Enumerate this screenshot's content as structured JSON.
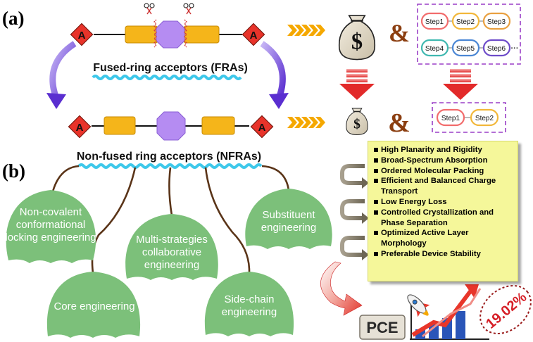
{
  "panel_a": {
    "label": "(a)",
    "fra_caption": "Fused-ring acceptors (FRAs)",
    "nfra_caption": "Non-fused ring acceptors (NFRAs)",
    "end_group_letter": "A",
    "ampersand": "&",
    "cost_symbol": "$",
    "steps_fra": [
      "Step1",
      "Step2",
      "Step3",
      "Step4",
      "Step5",
      "Step6"
    ],
    "steps_fra_more": "···",
    "steps_nfra": [
      "Step1",
      "Step2"
    ]
  },
  "panel_b": {
    "label": "(b)",
    "strategies": {
      "non_covalent": [
        "Non-covalent",
        "conformational",
        "locking engineering"
      ],
      "core": [
        "Core engineering"
      ],
      "multi": [
        "Multi-strategies",
        "collaborative",
        "engineering"
      ],
      "side_chain": [
        "Side-chain",
        "engineering"
      ],
      "substituent": [
        "Substituent",
        "engineering"
      ]
    },
    "properties": [
      "High Planarity and Rigidity",
      "Broad-Spectrum Absorption",
      "Ordered Molecular Packing",
      "Efficient and Balanced Charge Transport",
      "Low Energy Loss",
      "Controlled Crystallization and Phase Separation",
      "Optimized Active Layer Morphology",
      "Preferable Device Stability"
    ],
    "pce_label": "PCE",
    "pce_value": "19.02%"
  },
  "colors": {
    "diamond_red": "#e8332a",
    "rect_orange": "#f5b51a",
    "octagon_purple": "#b58cf2",
    "chevron_orange": "#f5a800",
    "purple_arrow": "#6a3ad6",
    "wave_cyan": "#3ec8ea",
    "leaf_green": "#7cc07a",
    "stem_brown": "#5a3418",
    "box_yellow": "#f5f79a",
    "pce_red": "#e0202e"
  }
}
